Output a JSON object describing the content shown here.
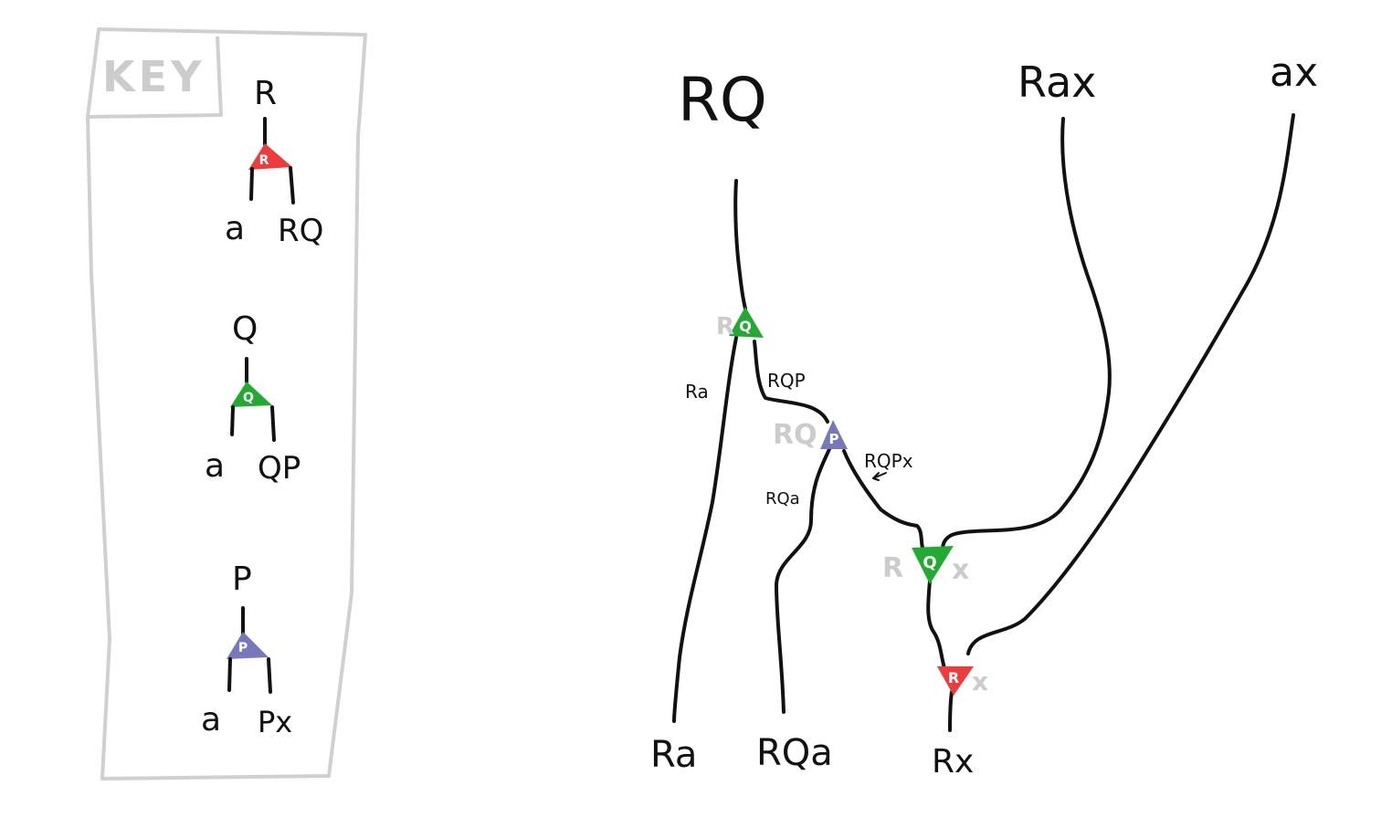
{
  "colors": {
    "R": "#ee3b3b",
    "Q": "#22aa33",
    "P": "#7777bb",
    "key_border": "#d0d0d0",
    "ghost_text": "#cccccc",
    "ink": "#111111"
  },
  "key": {
    "title": "KEY",
    "entries": [
      {
        "top": "R",
        "node": "R",
        "left": "a",
        "right": "RQ"
      },
      {
        "top": "Q",
        "node": "Q",
        "left": "a",
        "right": "QP"
      },
      {
        "top": "P",
        "node": "P",
        "left": "a",
        "right": "Px"
      }
    ]
  },
  "diagram": {
    "inputs": {
      "rq": "RQ",
      "rax": "Rax",
      "ax": "ax"
    },
    "outputs": {
      "ra": "Ra",
      "rqa": "RQa",
      "rx": "Rx"
    },
    "nodes": {
      "q_top": {
        "label": "Q",
        "ghost_left": "R"
      },
      "p_mid": {
        "label": "P",
        "ghost_left": "RQ"
      },
      "q_low": {
        "label": "Q",
        "ghost_left": "R",
        "ghost_right": "x"
      },
      "r_low": {
        "label": "R",
        "ghost_right": "x"
      }
    },
    "edge_labels": {
      "ra": "Ra",
      "rqp": "RQP",
      "rqa": "RQa",
      "rqpx": "RQPx"
    }
  }
}
